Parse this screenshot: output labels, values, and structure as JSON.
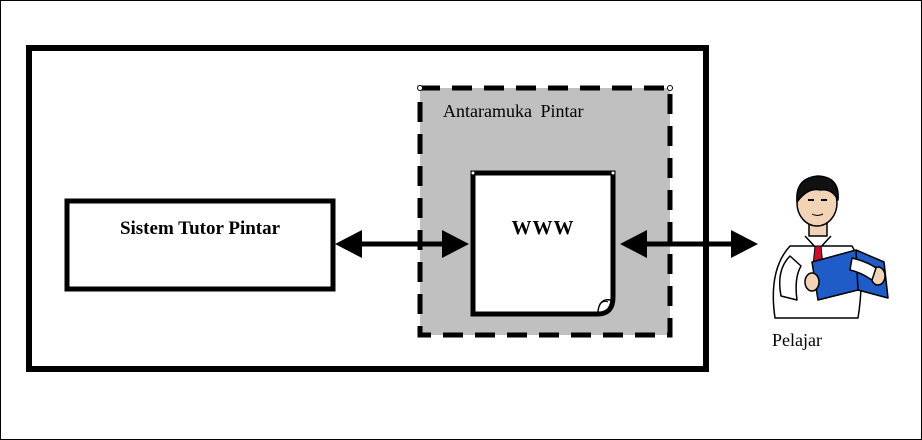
{
  "diagram": {
    "system_label": "Sistem Tutor  Pintar",
    "interface_label": "Antaramuka Pintar",
    "www_label": "WWW",
    "learner_label": "Pelajar",
    "learner_icon": "reading-person-icon",
    "colors": {
      "line": "#000000",
      "interface_fill": "#c0c0c0",
      "background": "#ffffff",
      "book": "#1f5cc8",
      "tie": "#c8102e"
    }
  }
}
